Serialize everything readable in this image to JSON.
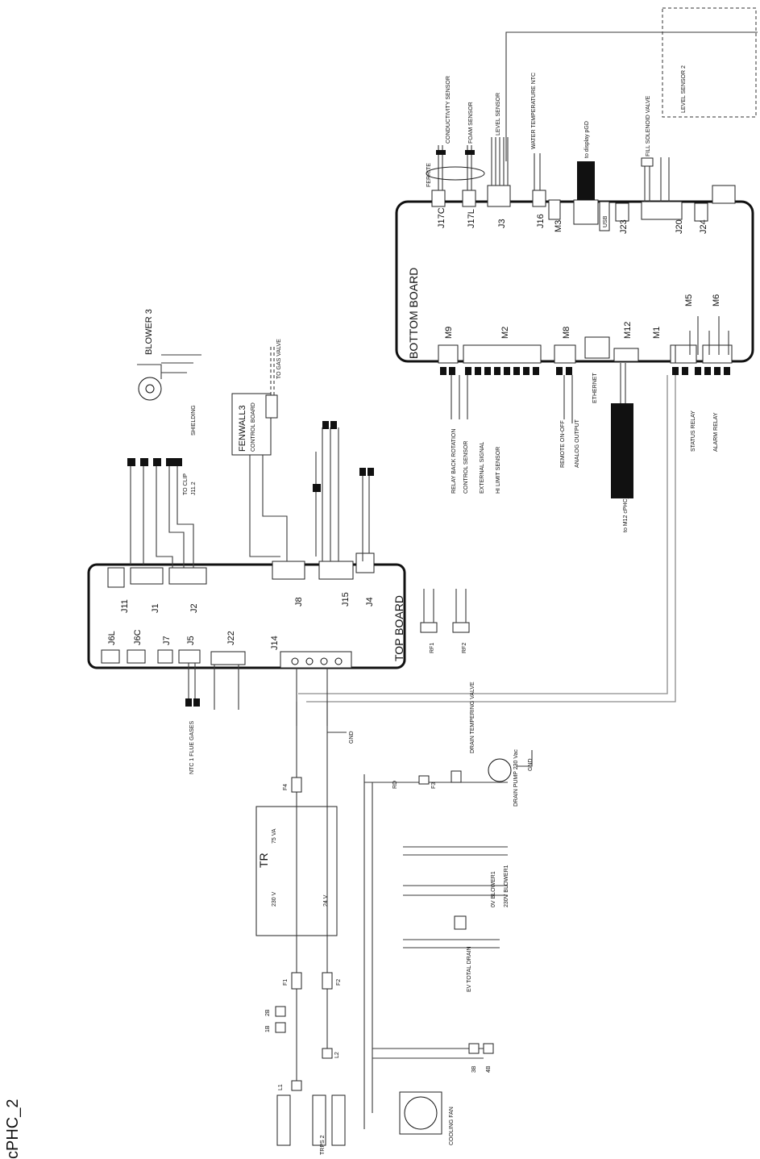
{
  "title": "cPHC_2",
  "boards": {
    "bottom": "BOTTOM BOARD",
    "top": "TOP BOARD"
  },
  "bottom_connectors": [
    "J17C",
    "J17L",
    "J3",
    "J16",
    "M3",
    "USB",
    "J23",
    "J20",
    "J24",
    "M9",
    "M2",
    "M8",
    "M12",
    "M1",
    "M5",
    "M6"
  ],
  "top_connectors": [
    "J11",
    "J1",
    "J2",
    "J8",
    "J15",
    "J4",
    "J6L",
    "J6C",
    "J7",
    "J5",
    "J22",
    "J14"
  ],
  "components": {
    "blower": "BLOWER 3",
    "fenwall": "FENWALL3",
    "fenwall_sub": "CONTROL BOARD",
    "gas_valve": "TO GAS VALVE",
    "shielding": "SHIELDING",
    "to_clip": "TO CLIP",
    "j11_2": "J11.2",
    "ferrite": "FERRITE",
    "conductivity": "CONDUCTIVITY SENSOR",
    "foam": "FOAM SENSOR",
    "level": "LEVEL SENSOR",
    "water_temp": "WATER TEMPERATURE NTC",
    "display": "to display pGD",
    "fill_valve": "FILL SOLENOID VALVE",
    "level2": "LEVEL SENSOR 2",
    "ethernet": "ETHERNET",
    "analog": "ANALOG OUTPUT",
    "remote": "REMOTE ON-OFF",
    "external": "EXTERNAL SIGNAL",
    "relay_back": "RELAY BACK ROTATION",
    "control_sensor": "CONTROL SENSOR",
    "hi_limit": "HI LIMIT SENSOR",
    "status_relay": "STATUS RELAY",
    "alarm_relay": "ALARM RELAY",
    "to_m12": "to M12 cPHC_1",
    "rf1": "RF1",
    "rf2": "RF2",
    "ntc1": "NTC 1 FLUE GASES",
    "tr": "TR",
    "tr_va": "75 VA",
    "tr_230": "230 V",
    "tr_24": "24 V",
    "drain_tempering": "DRAIN TEMPERING VALVE",
    "drain_pump": "DRAIN PUMP 230 Vac",
    "gnd": "GND",
    "blower_230": "230V BLOWER1",
    "blower_0v": "0V BLOWER1",
    "ev_total": "EV TOTAL DRAIN",
    "cooling_fan": "COOLING FAN",
    "trps": "TRPS 2",
    "f1": "F1",
    "f2": "F2",
    "f3": "F3",
    "f4": "F4",
    "l1": "L1",
    "l2": "L2",
    "b1": "1B",
    "b2": "2B",
    "b3": "3B",
    "b4": "4B",
    "rd": "RD"
  }
}
